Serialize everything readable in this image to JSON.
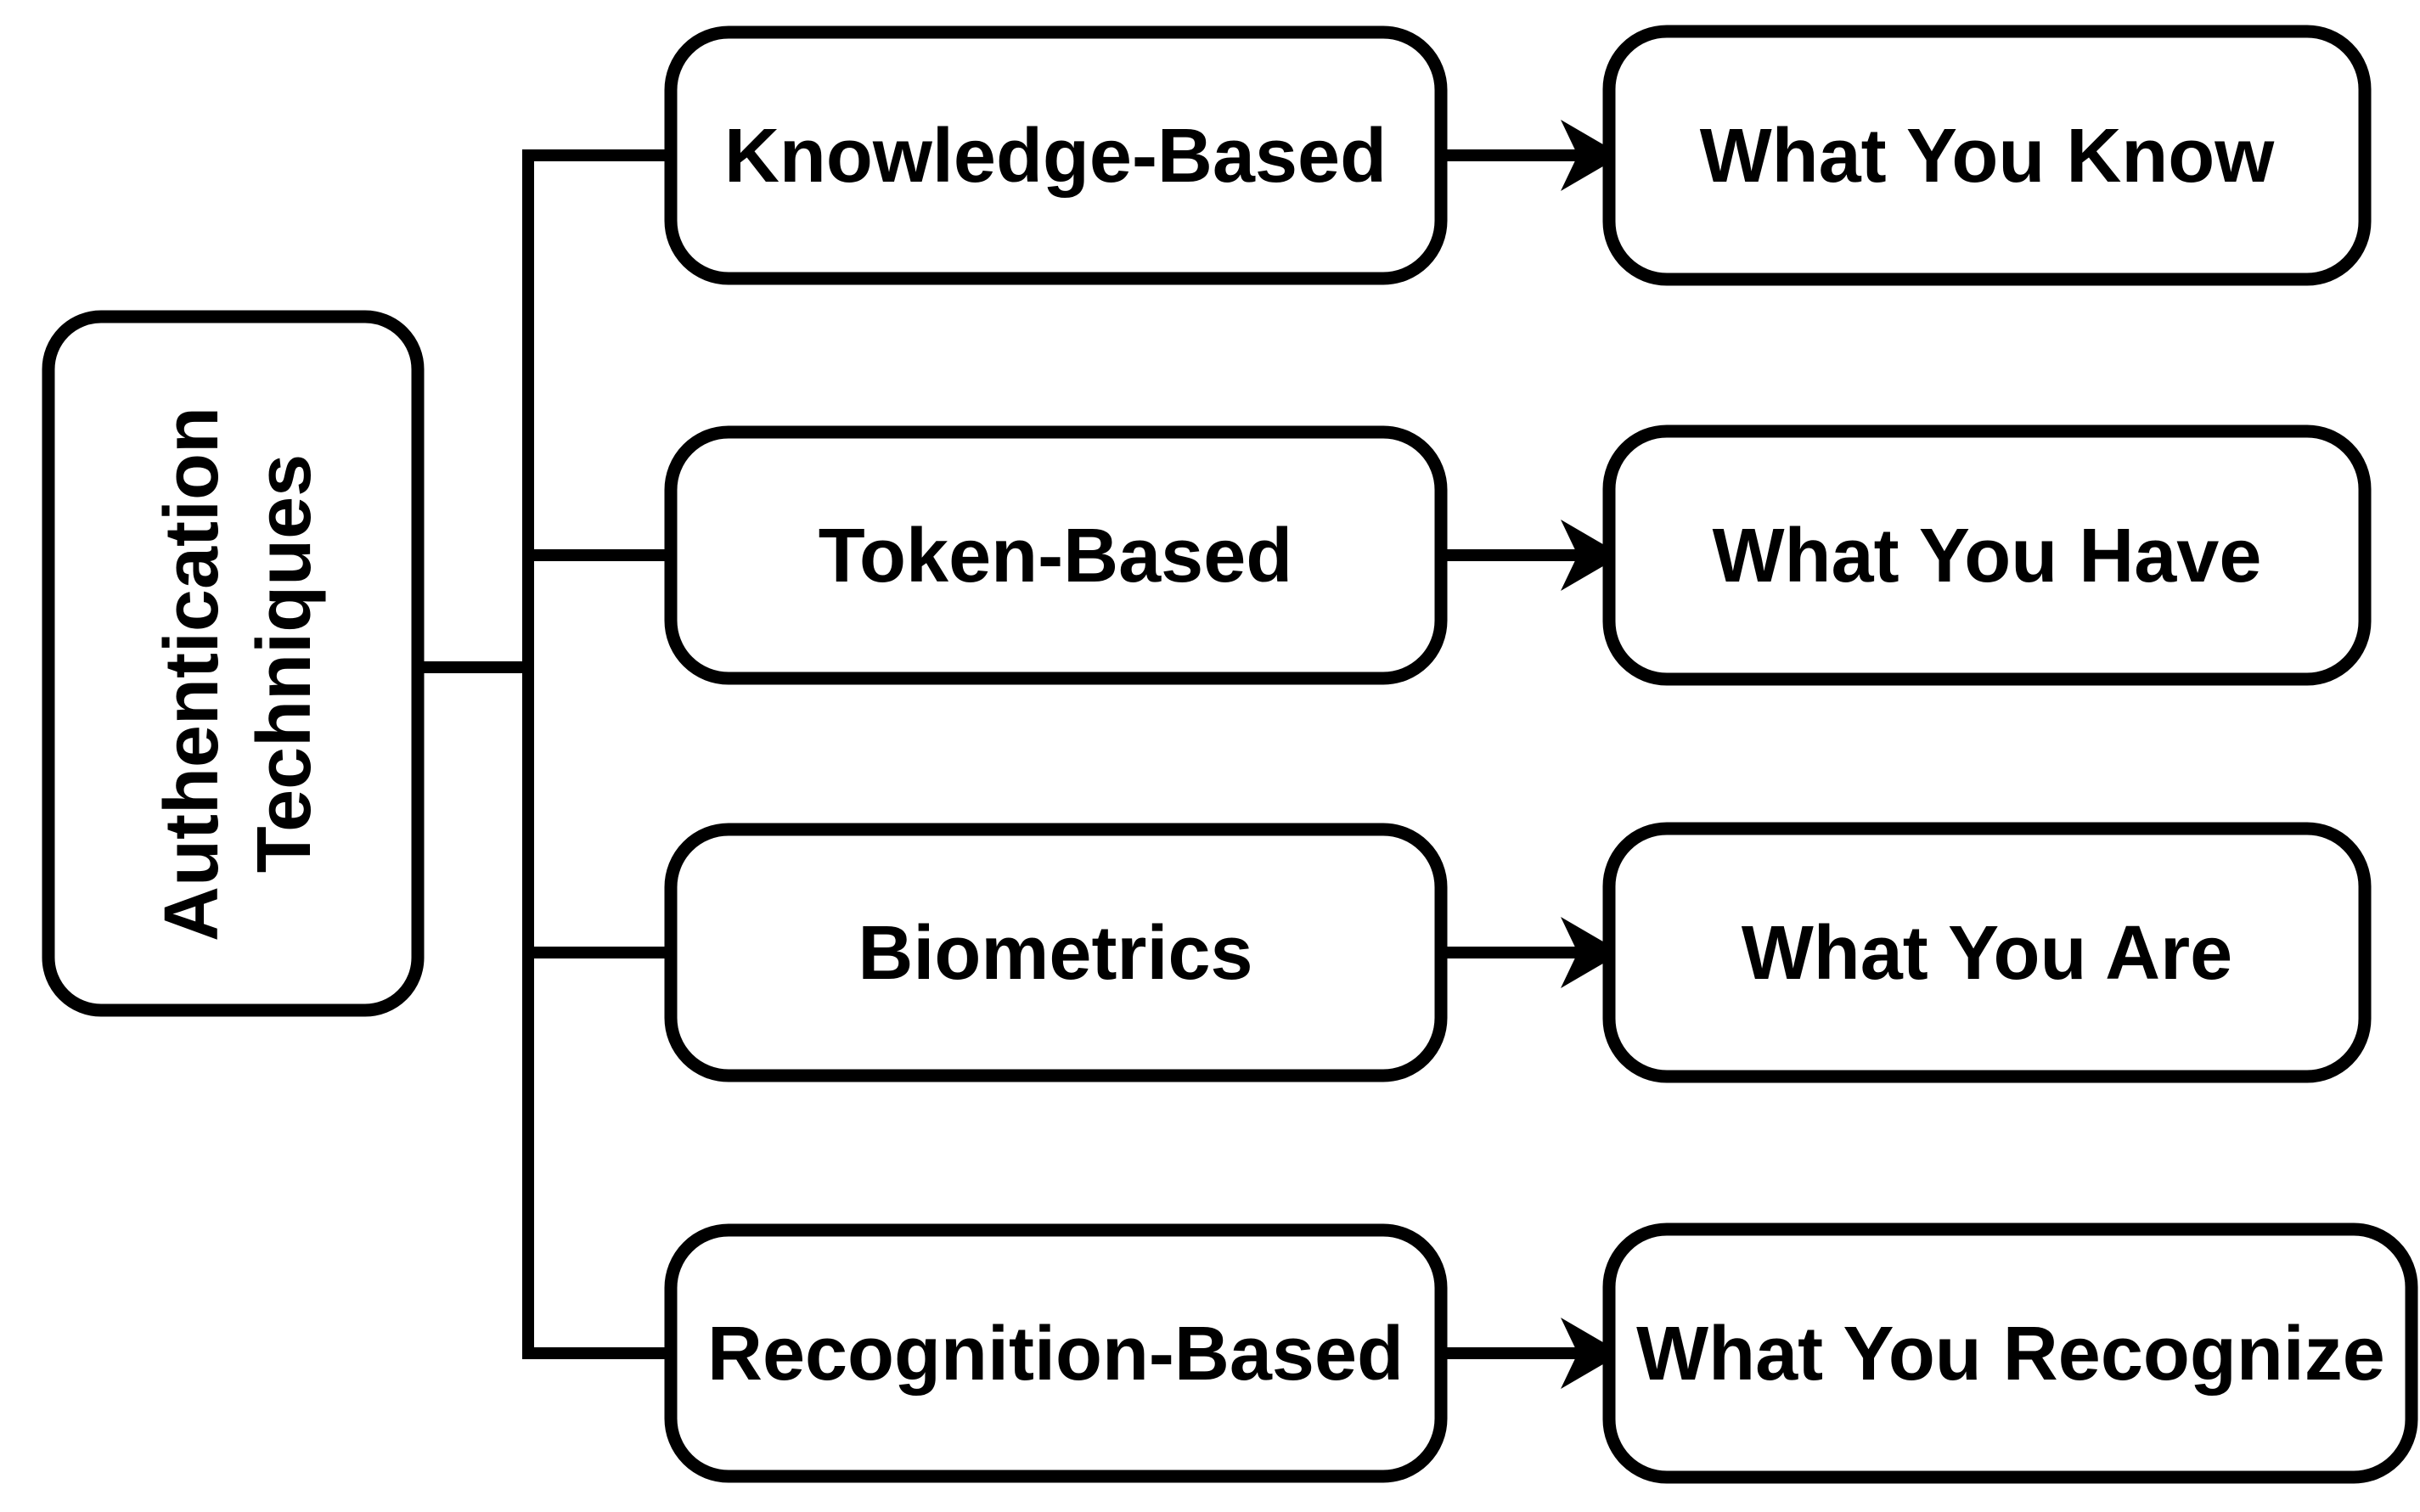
{
  "diagram": {
    "root": {
      "label_line1": "Authentication",
      "label_line2": "Techniques"
    },
    "rows": [
      {
        "category": "Knowledge-Based",
        "outcome": "What You Know"
      },
      {
        "category": "Token-Based",
        "outcome": "What You Have"
      },
      {
        "category": "Biometrics",
        "outcome": "What You Are"
      },
      {
        "category": "Recognition-Based",
        "outcome": "What You Recognize"
      }
    ],
    "colors": {
      "stroke": "#000000",
      "fill": "#ffffff",
      "background": "#ffffff"
    }
  }
}
